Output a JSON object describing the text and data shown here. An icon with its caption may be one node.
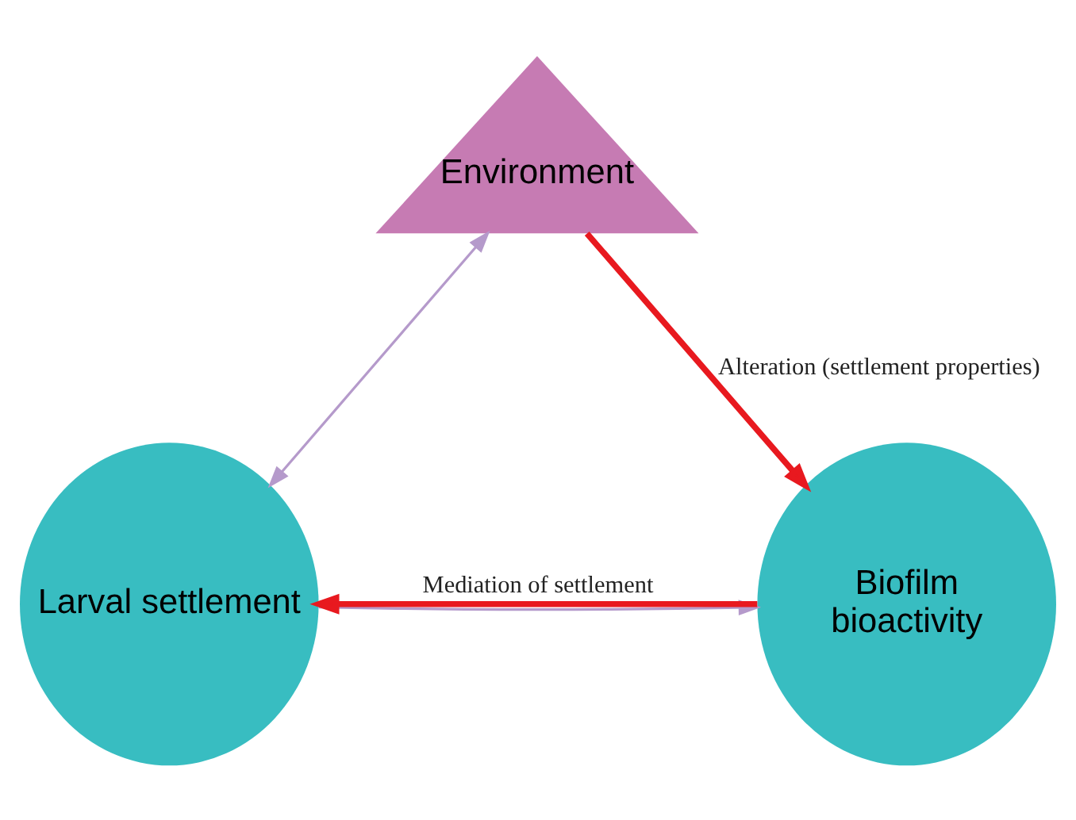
{
  "diagram": {
    "nodes": [
      {
        "text": [
          "Environment"
        ]
      },
      {
        "text": [
          "Larval settlement"
        ]
      },
      {
        "text": [
          "Biofilm",
          "bioactivity"
        ]
      }
    ],
    "edges": [
      {
        "from": 0,
        "to": 2,
        "arrow": "to",
        "label": "Alteration (settlement properties)",
        "style": "thick",
        "color": "#e8191f"
      },
      {
        "from": 0,
        "to": 1,
        "arrow": "both",
        "color": "#b59acb"
      },
      {
        "from": 2,
        "to": 1,
        "arrow": "to",
        "label": "Mediation of settlement",
        "style": "thick",
        "color": "#e8191f"
      },
      {
        "from": 1,
        "to": 2,
        "arrow": "to",
        "color": "#b59acb"
      }
    ]
  }
}
